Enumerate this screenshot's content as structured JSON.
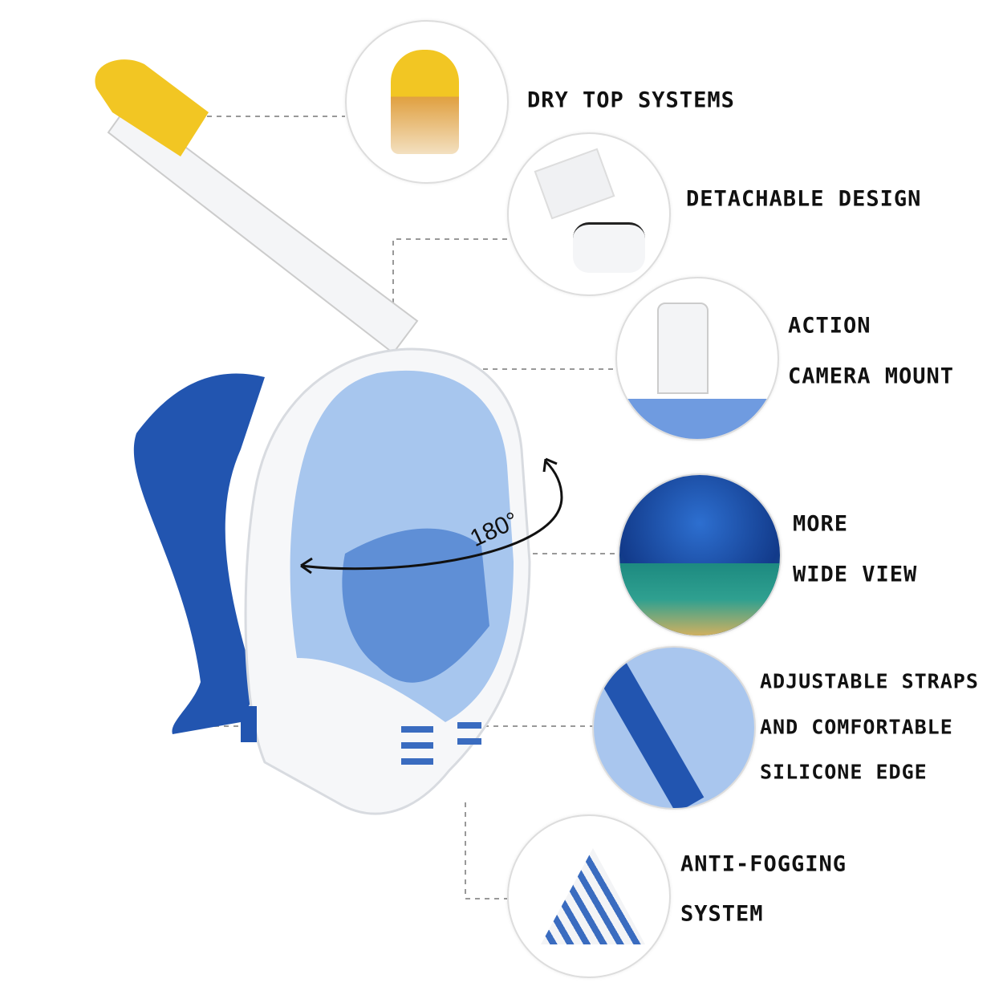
{
  "features": [
    {
      "id": "dry-top",
      "lines": [
        "DRY TOP SYSTEMS"
      ]
    },
    {
      "id": "detachable",
      "lines": [
        "DETACHABLE DESIGN"
      ]
    },
    {
      "id": "camera-mount",
      "lines": [
        "ACTION",
        "CAMERA MOUNT"
      ]
    },
    {
      "id": "wide-view",
      "lines": [
        "MORE",
        "WIDE VIEW"
      ]
    },
    {
      "id": "straps",
      "lines": [
        "ADJUSTABLE STRAPS",
        "AND COMFORTABLE",
        "SILICONE EDGE"
      ]
    },
    {
      "id": "anti-fog",
      "lines": [
        "ANTI-FOGGING",
        "SYSTEM"
      ]
    }
  ],
  "view_angle": "180°",
  "colors": {
    "mask_blue": "#7fa9e0",
    "strap_blue": "#2255b0",
    "cap_yellow": "#f2c623",
    "frame_white": "#f6f7f9"
  }
}
